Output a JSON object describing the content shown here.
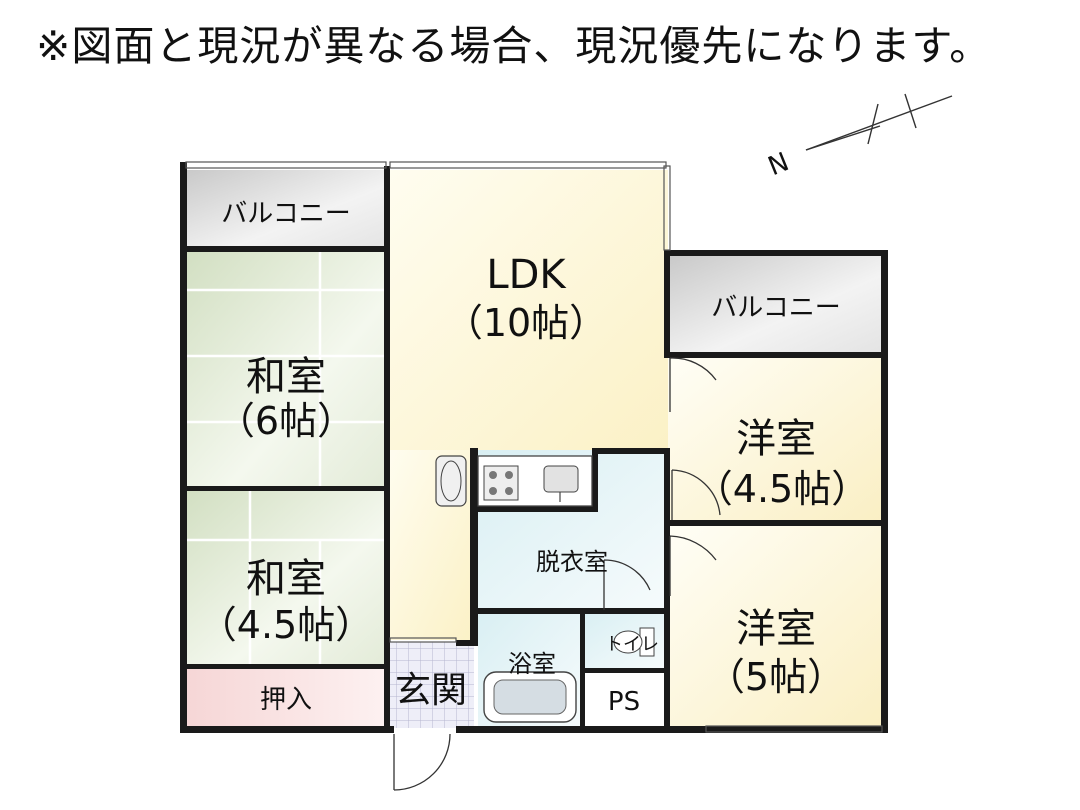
{
  "notice": "※図面と現況が異なる場合、現況優先になります。",
  "compass": {
    "label": "N"
  },
  "rooms": {
    "balcony_left": {
      "name": "バルコニー"
    },
    "balcony_right": {
      "name": "バルコニー"
    },
    "ldk": {
      "name": "LDK",
      "size": "（10帖）"
    },
    "washitsu_6": {
      "name": "和室",
      "size": "（6帖）"
    },
    "washitsu_45": {
      "name": "和室",
      "size": "（4.5帖）"
    },
    "oshiire": {
      "name": "押入"
    },
    "genkan": {
      "name": "玄関"
    },
    "dressing": {
      "name": "脱衣室"
    },
    "bath": {
      "name": "浴室"
    },
    "toilet": {
      "name": "トイレ"
    },
    "ps": {
      "name": "PS"
    },
    "yoshitsu_45": {
      "name": "洋室",
      "size": "（4.5帖）"
    },
    "yoshitsu_5": {
      "name": "洋室",
      "size": "（5帖）"
    }
  },
  "colors": {
    "wall": "#1a1a1a",
    "ldk_floor": "#fdf7da",
    "tatami": "#dfe8d2",
    "balcony": "#dcdcdc",
    "oshiire": "#f9e0e0",
    "genkan": "#e6e6f4",
    "wet_area": "#e6f4f6",
    "yoshitsu": "#fdf6dc"
  }
}
